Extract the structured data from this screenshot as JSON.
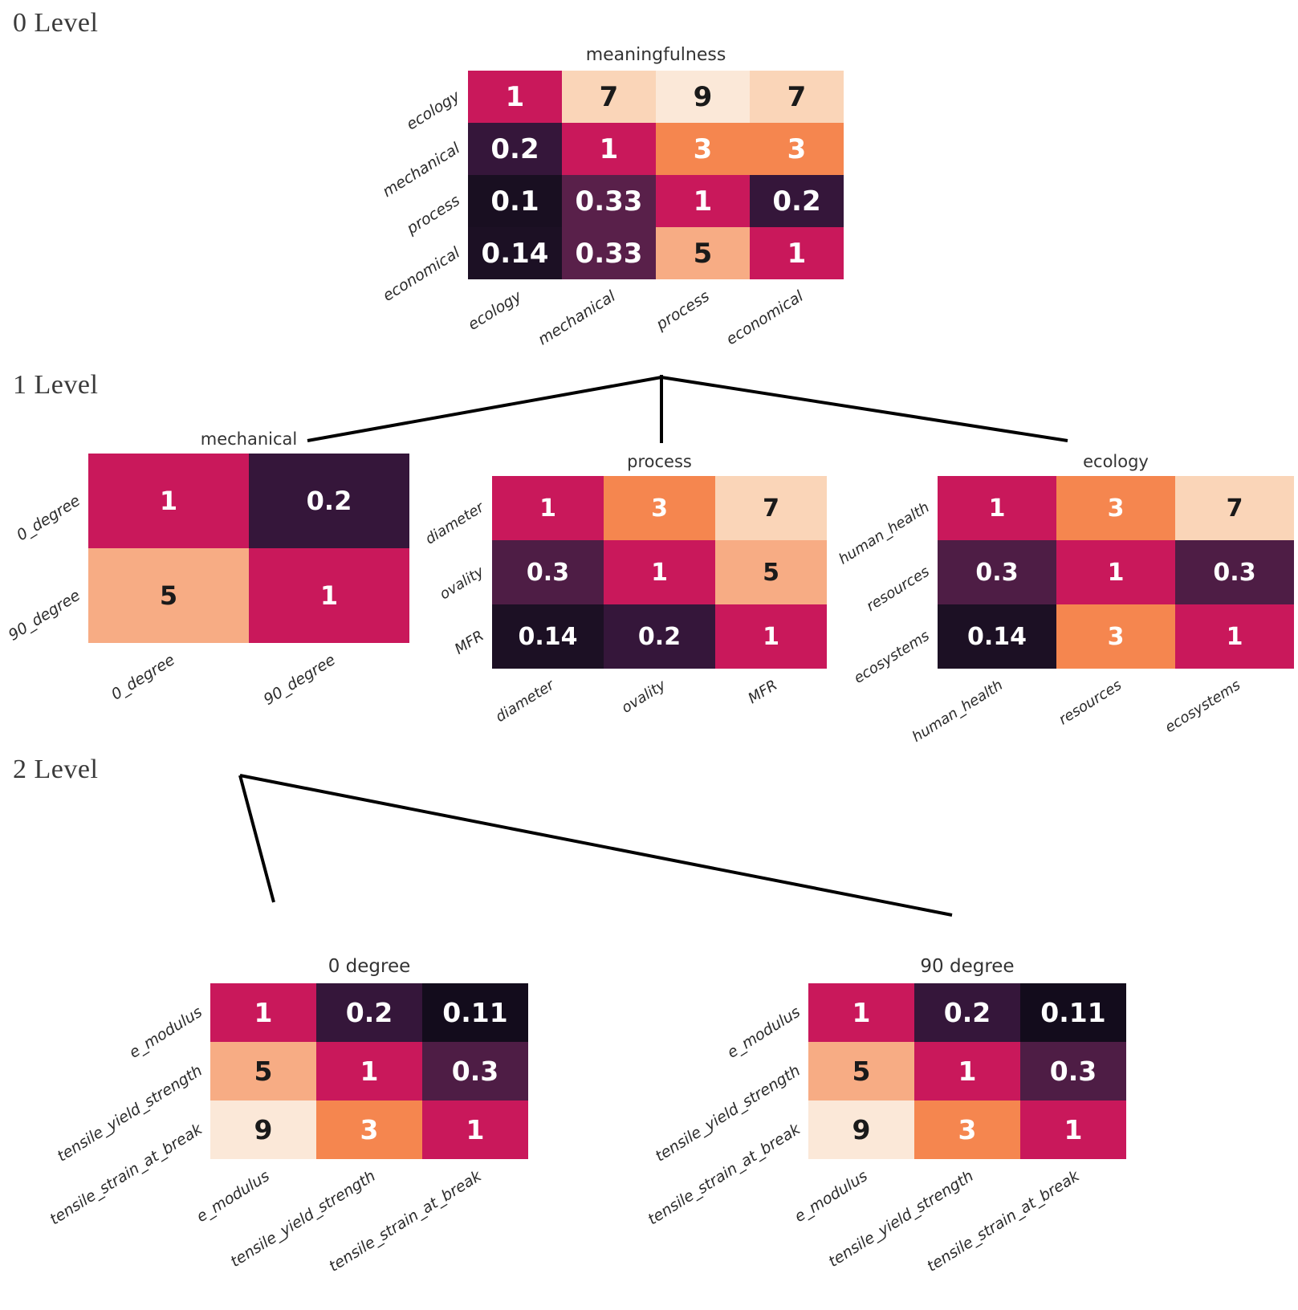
{
  "levels": [
    {
      "label": "0 Level"
    },
    {
      "label": "1 Level"
    },
    {
      "label": "2 Level"
    }
  ],
  "colors": {
    "c1": "#c9185b",
    "c3": "#f5864f",
    "c5": "#f7ac84",
    "c7": "#fad5b8",
    "c9": "#fbe8d8",
    "c033": "#59204a",
    "c03": "#4e1d45",
    "c02": "#35163a",
    "c014": "#1c1024",
    "c011": "#130c1c",
    "c01": "#190f21",
    "text_light": "#ffffff",
    "text_dark": "#1a1a1a",
    "line": "#000000"
  },
  "chart_data": [
    {
      "id": "meaningfulness",
      "type": "heatmap",
      "title": "meaningfulness",
      "level": 0,
      "row_labels": [
        "ecology",
        "mechanical",
        "process",
        "economical"
      ],
      "col_labels": [
        "ecology",
        "mechanical",
        "process",
        "economical"
      ],
      "values": [
        [
          "1",
          "7",
          "9",
          "7"
        ],
        [
          "0.2",
          "1",
          "3",
          "3"
        ],
        [
          "0.1",
          "0.33",
          "1",
          "0.2"
        ],
        [
          "0.14",
          "0.33",
          "5",
          "1"
        ]
      ],
      "cell_colors": [
        [
          "c1",
          "c7",
          "c9",
          "c7"
        ],
        [
          "c02",
          "c1",
          "c3",
          "c3"
        ],
        [
          "c01",
          "c033",
          "c1",
          "c02"
        ],
        [
          "c014",
          "c033",
          "c5",
          "c1"
        ]
      ],
      "text_colors": [
        [
          "light",
          "dark",
          "dark",
          "dark"
        ],
        [
          "light",
          "light",
          "light",
          "light"
        ],
        [
          "light",
          "light",
          "light",
          "light"
        ],
        [
          "light",
          "light",
          "dark",
          "light"
        ]
      ]
    },
    {
      "id": "mechanical",
      "type": "heatmap",
      "title": "mechanical",
      "level": 1,
      "row_labels": [
        "0_degree",
        "90_degree"
      ],
      "col_labels": [
        "0_degree",
        "90_degree"
      ],
      "values": [
        [
          "1",
          "0.2"
        ],
        [
          "5",
          "1"
        ]
      ],
      "cell_colors": [
        [
          "c1",
          "c02"
        ],
        [
          "c5",
          "c1"
        ]
      ],
      "text_colors": [
        [
          "light",
          "light"
        ],
        [
          "dark",
          "light"
        ]
      ]
    },
    {
      "id": "process",
      "type": "heatmap",
      "title": "process",
      "level": 1,
      "row_labels": [
        "diameter",
        "ovality",
        "MFR"
      ],
      "col_labels": [
        "diameter",
        "ovality",
        "MFR"
      ],
      "values": [
        [
          "1",
          "3",
          "7"
        ],
        [
          "0.3",
          "1",
          "5"
        ],
        [
          "0.14",
          "0.2",
          "1"
        ]
      ],
      "cell_colors": [
        [
          "c1",
          "c3",
          "c7"
        ],
        [
          "c03",
          "c1",
          "c5"
        ],
        [
          "c014",
          "c02",
          "c1"
        ]
      ],
      "text_colors": [
        [
          "light",
          "light",
          "dark"
        ],
        [
          "light",
          "light",
          "dark"
        ],
        [
          "light",
          "light",
          "light"
        ]
      ]
    },
    {
      "id": "ecology",
      "type": "heatmap",
      "title": "ecology",
      "level": 1,
      "row_labels": [
        "human_health",
        "resources",
        "ecosystems"
      ],
      "col_labels": [
        "human_health",
        "resources",
        "ecosystems"
      ],
      "values": [
        [
          "1",
          "3",
          "7"
        ],
        [
          "0.3",
          "1",
          "0.3"
        ],
        [
          "0.14",
          "3",
          "1"
        ]
      ],
      "cell_colors": [
        [
          "c1",
          "c3",
          "c7"
        ],
        [
          "c03",
          "c1",
          "c03"
        ],
        [
          "c014",
          "c3",
          "c1"
        ]
      ],
      "text_colors": [
        [
          "light",
          "light",
          "dark"
        ],
        [
          "light",
          "light",
          "light"
        ],
        [
          "light",
          "light",
          "light"
        ]
      ]
    },
    {
      "id": "0_degree",
      "type": "heatmap",
      "title": "0_degree",
      "level": 2,
      "row_labels": [
        "e_modulus",
        "tensile_yield_strength",
        "tensile_strain_at_break"
      ],
      "col_labels": [
        "e_modulus",
        "tensile_yield_strength",
        "tensile_strain_at_break"
      ],
      "values": [
        [
          "1",
          "0.2",
          "0.11"
        ],
        [
          "5",
          "1",
          "0.3"
        ],
        [
          "9",
          "3",
          "1"
        ]
      ],
      "cell_colors": [
        [
          "c1",
          "c02",
          "c011"
        ],
        [
          "c5",
          "c1",
          "c03"
        ],
        [
          "c9",
          "c3",
          "c1"
        ]
      ],
      "text_colors": [
        [
          "light",
          "light",
          "light"
        ],
        [
          "dark",
          "light",
          "light"
        ],
        [
          "dark",
          "light",
          "light"
        ]
      ]
    },
    {
      "id": "90_degree",
      "type": "heatmap",
      "title": "90_degree",
      "level": 2,
      "row_labels": [
        "e_modulus",
        "tensile_yield_strength",
        "tensile_strain_at_break"
      ],
      "col_labels": [
        "e_modulus",
        "tensile_yield_strength",
        "tensile_strain_at_break"
      ],
      "values": [
        [
          "1",
          "0.2",
          "0.11"
        ],
        [
          "5",
          "1",
          "0.3"
        ],
        [
          "9",
          "3",
          "1"
        ]
      ],
      "cell_colors": [
        [
          "c1",
          "c02",
          "c011"
        ],
        [
          "c5",
          "c1",
          "c03"
        ],
        [
          "c9",
          "c3",
          "c1"
        ]
      ],
      "text_colors": [
        [
          "light",
          "light",
          "light"
        ],
        [
          "dark",
          "light",
          "light"
        ],
        [
          "dark",
          "light",
          "light"
        ]
      ]
    }
  ]
}
